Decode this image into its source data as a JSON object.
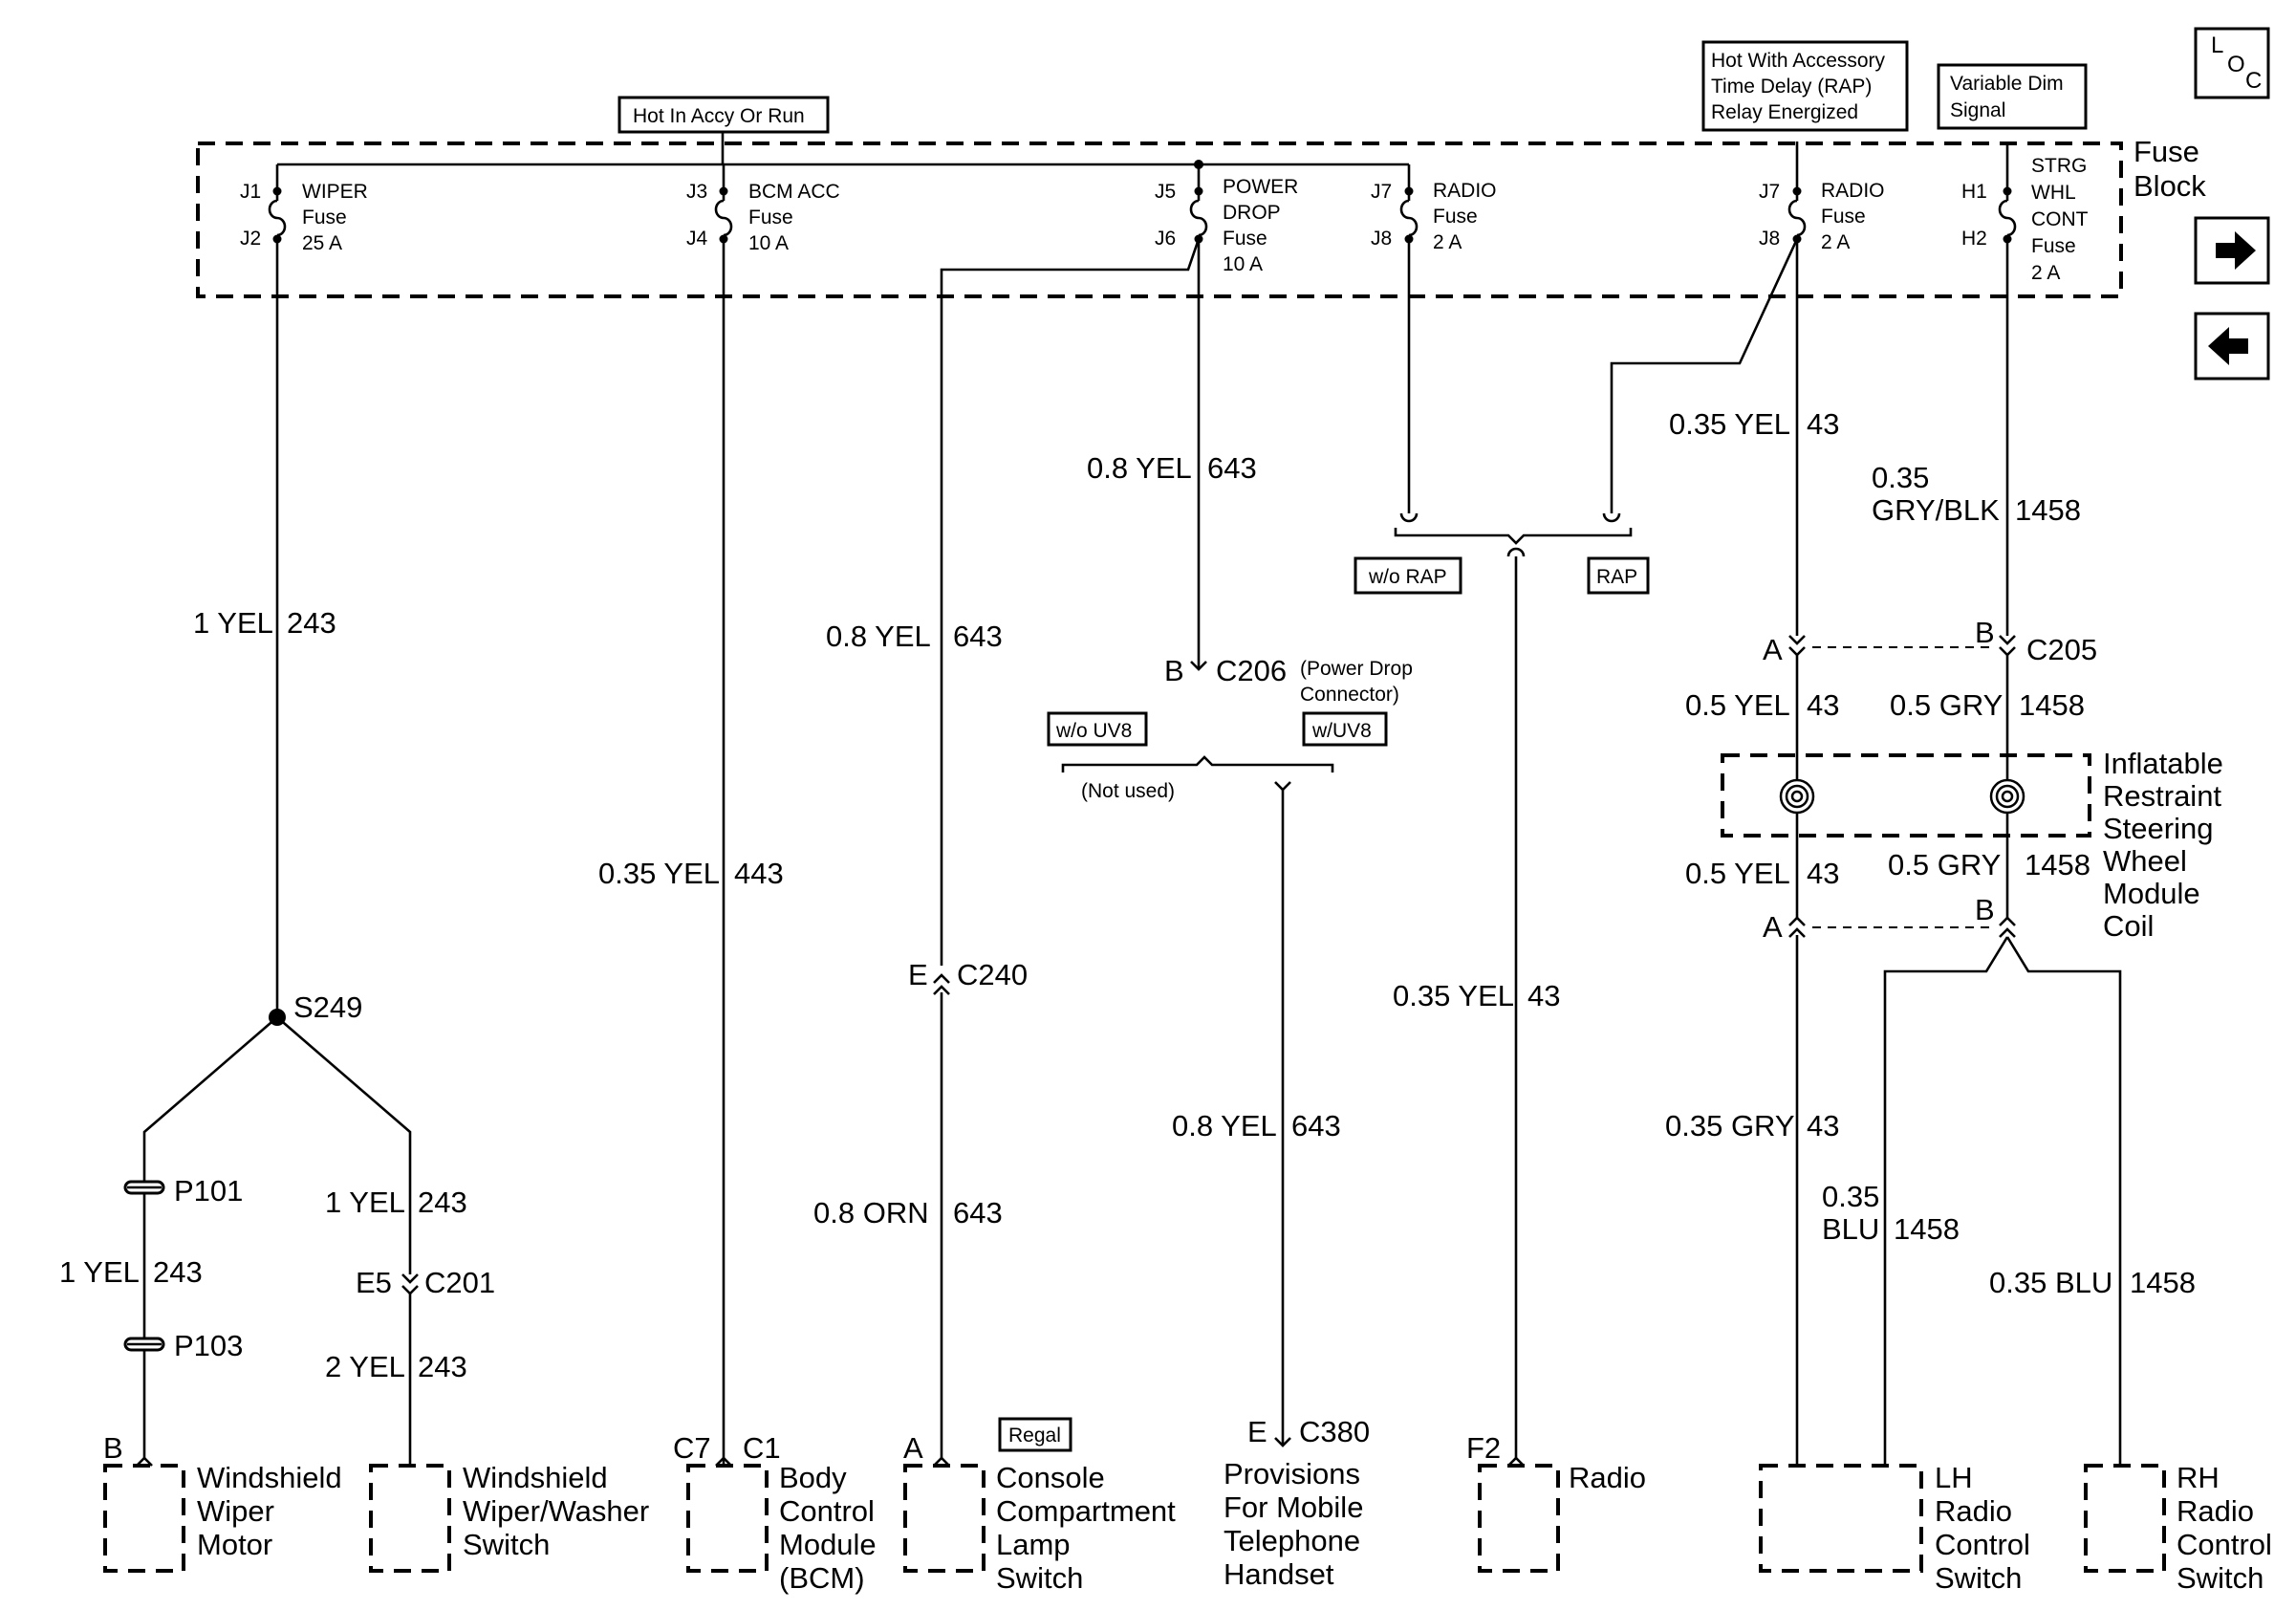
{
  "labels": {
    "hot_accy_run": "Hot In Accy Or Run",
    "hot_accessory_1": "Hot With Accessory",
    "hot_accessory_2": "Time Delay (RAP)",
    "hot_accessory_3": "Relay Energized",
    "var_dim_1": "Variable Dim",
    "var_dim_2": "Signal",
    "fuse_block_1": "Fuse",
    "fuse_block_2": "Block",
    "loc_icon": "LOC"
  },
  "fuses": {
    "wiper": {
      "pin_top": "J1",
      "pin_bot": "J2",
      "name1": "WIPER",
      "name2": "Fuse",
      "rating": "25 A"
    },
    "bcm": {
      "pin_top": "J3",
      "pin_bot": "J4",
      "name1": "BCM ACC",
      "name2": "Fuse",
      "rating": "10 A"
    },
    "power_drop": {
      "pin_top": "J5",
      "pin_bot": "J6",
      "name1": "POWER",
      "name2": "DROP",
      "name3": "Fuse",
      "rating": "10 A"
    },
    "radio1": {
      "pin_top": "J7",
      "pin_bot": "J8",
      "name1": "RADIO",
      "name2": "Fuse",
      "rating": "2 A"
    },
    "radio2": {
      "pin_top": "J7",
      "pin_bot": "J8",
      "name1": "RADIO",
      "name2": "Fuse",
      "rating": "2 A"
    },
    "strg": {
      "pin_top": "H1",
      "pin_bot": "H2",
      "name1": "STRG",
      "name2": "WHL",
      "name3": "CONT",
      "name4": "Fuse",
      "rating": "2 A"
    }
  },
  "wires": {
    "w1": "1 YEL",
    "c1": "243",
    "w2": "0.35 YEL",
    "c2": "443",
    "w3": "0.8 YEL",
    "c3": "643",
    "w4": "0.8 ORN",
    "c4": "643",
    "w5": "0.8 YEL",
    "c5": "643",
    "w6": "0.8 YEL",
    "c6": "643",
    "w7": "0.35 YEL",
    "c7": "43",
    "w8": "0.35 YEL",
    "c8": "43",
    "w9": "0.5 YEL",
    "c9": "43",
    "w10": "0.5 YEL",
    "c10": "43",
    "w11": "0.35 GRY",
    "c11": "43",
    "w12a": "0.35",
    "w12b": "GRY/BLK",
    "c12": "1458",
    "w13": "0.5 GRY",
    "c13": "1458",
    "w14": "0.5 GRY",
    "c14": "1458",
    "w15a": "0.35",
    "w15b": "BLU",
    "c15": "1458",
    "w16": "0.35 BLU",
    "c16": "1458",
    "w17": "1 YEL",
    "c17": "243",
    "w18": "1 YEL",
    "c18": "243",
    "w19": "2 YEL",
    "c19": "243"
  },
  "connectors": {
    "s249": "S249",
    "p101": "P101",
    "p103": "P103",
    "c201_pin": "E5",
    "c201": "C201",
    "c240_pin": "E",
    "c240": "C240",
    "c206_pin": "B",
    "c206": "C206",
    "c206_note1": "(Power Drop",
    "c206_note2": "Connector)",
    "c205_pin_a": "A",
    "c205_pin_b": "B",
    "c205": "C205",
    "coil_pin_a": "A",
    "coil_pin_b": "B",
    "c380_pin": "E",
    "c380": "C380"
  },
  "options": {
    "wo_rap": "w/o RAP",
    "rap": "RAP",
    "wo_uv8": "w/o UV8",
    "w_uv8": "w/UV8",
    "not_used": "(Not used)",
    "regal": "Regal"
  },
  "components": {
    "wiper_motor": {
      "pin": "B",
      "l1": "Windshield",
      "l2": "Wiper",
      "l3": "Motor"
    },
    "wiper_switch": {
      "l1": "Windshield",
      "l2": "Wiper/Washer",
      "l3": "Switch"
    },
    "bcm": {
      "pin1": "C7",
      "pin2": "C1",
      "l1": "Body",
      "l2": "Control",
      "l3": "Module",
      "l4": "(BCM)"
    },
    "console": {
      "pin": "A",
      "l1": "Console",
      "l2": "Compartment",
      "l3": "Lamp",
      "l4": "Switch"
    },
    "mobile": {
      "l1": "Provisions",
      "l2": "For Mobile",
      "l3": "Telephone",
      "l4": "Handset"
    },
    "radio": {
      "pin": "F2",
      "l1": "Radio"
    },
    "lh_switch": {
      "l1": "LH",
      "l2": "Radio",
      "l3": "Control",
      "l4": "Switch"
    },
    "rh_switch": {
      "l1": "RH",
      "l2": "Radio",
      "l3": "Control",
      "l4": "Switch"
    },
    "coil": {
      "l1": "Inflatable",
      "l2": "Restraint",
      "l3": "Steering",
      "l4": "Wheel",
      "l5": "Module",
      "l6": "Coil"
    }
  },
  "nav": {
    "next": "next-page-arrow-icon",
    "prev": "previous-page-arrow-icon"
  }
}
